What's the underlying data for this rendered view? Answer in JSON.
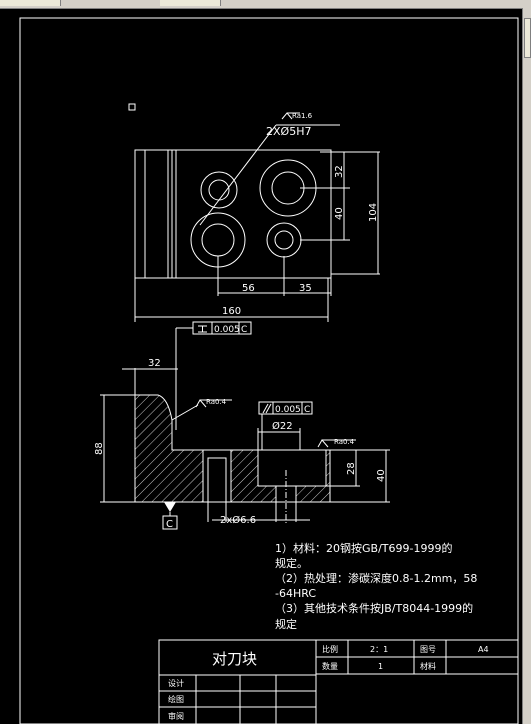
{
  "drawing": {
    "roughness_symbol_top": "Ra1.6",
    "holes_label": "2XØ5H7",
    "dim_32": "32",
    "dim_40_right": "40",
    "dim_104": "104",
    "dim_56": "56",
    "dim_35": "35",
    "dim_160": "160",
    "flatness_tol": "0.005",
    "datum": "C",
    "dim_32_section": "32",
    "roughness_left": "Ra0.4",
    "parallel_tol": "0.005",
    "parallel_datum": "C",
    "dim_phi22": "Ø22",
    "roughness_right": "Ra0.4",
    "dim_88": "88",
    "dim_28": "28",
    "dim_40_section": "40",
    "dim_2x66": "2xØ6.6",
    "datum_bottom": "C"
  },
  "notes": {
    "line1": "1）材料：20钢按GB/T699-1999的",
    "line2": "规定。",
    "line3": "（2）热处理：渗碳深度0.8-1.2mm，58",
    "line4": "-64HRC",
    "line5": "（3）其他技术条件按JB/T8044-1999的",
    "line6": "规定"
  },
  "title_block": {
    "part_name": "对刀块",
    "scale_label": "比例",
    "scale_value": "2：1",
    "drawing_no_label": "图号",
    "drawing_no_value": "A4",
    "qty_label": "数量",
    "qty_value": "1",
    "material_label": "材料",
    "design_label": "设计",
    "draw_label": "绘图",
    "review_label": "审阅"
  }
}
